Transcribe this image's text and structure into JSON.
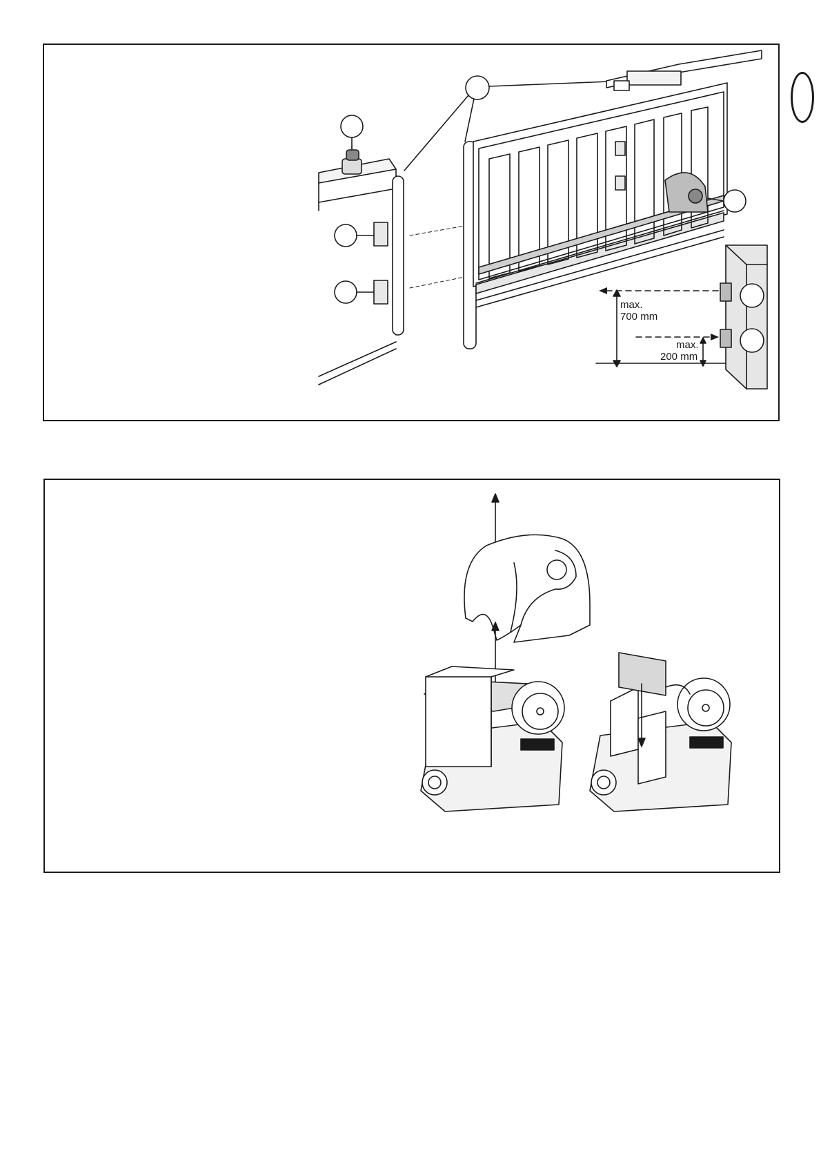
{
  "figure1": {
    "dimension_700": {
      "line1": "max.",
      "line2": "700 mm"
    },
    "dimension_200": {
      "line1": "max.",
      "line2": "200 mm"
    }
  },
  "figure2": {},
  "colors": {
    "line": "#1a1a1a",
    "shade": "#9a9a9a",
    "light_fill": "#e6e6e6",
    "background": "#ffffff"
  },
  "icons": [
    "callout-circle-icon",
    "flashing-light-icon",
    "photocell-icon",
    "motor-unit-icon",
    "arrow-up-icon",
    "arrow-down-icon",
    "control-board-icon"
  ]
}
